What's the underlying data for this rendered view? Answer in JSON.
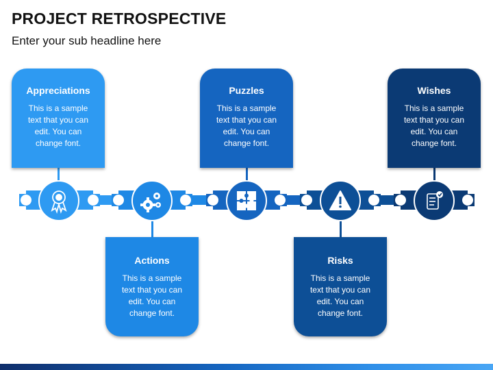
{
  "header": {
    "title": "PROJECT RETROSPECTIVE",
    "subtitle": "Enter your sub headline here"
  },
  "colors": {
    "appreciations": "#2e9af2",
    "actions": "#1e88e5",
    "puzzles": "#1565c0",
    "risks": "#0d4f96",
    "wishes": "#0b3a74"
  },
  "items": [
    {
      "title": "Appreciations",
      "text": [
        "This is a sample",
        "text that you can",
        "edit. You can",
        "change font."
      ],
      "icon": "award-ribbon-icon",
      "position": "top"
    },
    {
      "title": "Actions",
      "text": [
        "This is a sample",
        "text that you can",
        "edit. You can",
        "change font."
      ],
      "icon": "gears-icon",
      "position": "bottom"
    },
    {
      "title": "Puzzles",
      "text": [
        "This is a sample",
        "text that you can",
        "edit. You can",
        "change font."
      ],
      "icon": "puzzle-icon",
      "position": "top"
    },
    {
      "title": "Risks",
      "text": [
        "This is a sample",
        "text that you can",
        "edit. You can",
        "change font."
      ],
      "icon": "warning-icon",
      "position": "bottom"
    },
    {
      "title": "Wishes",
      "text": [
        "This is a sample",
        "text that you can",
        "edit. You can",
        "change font."
      ],
      "icon": "wish-list-icon",
      "position": "top"
    }
  ]
}
